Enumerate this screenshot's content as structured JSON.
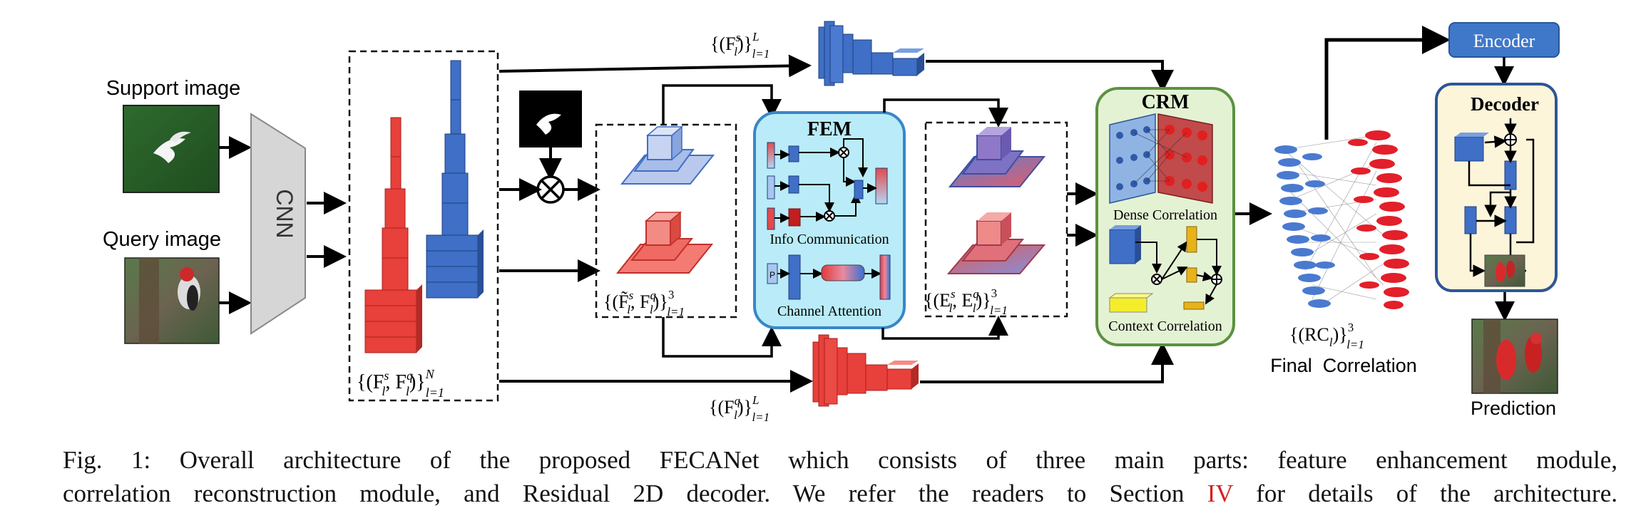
{
  "labels": {
    "support_image": "Support image",
    "query_image": "Query image",
    "cnn": "CNN",
    "fem": "FEM",
    "info_communication": "Info Communication",
    "channel_attention": "Channel Attention",
    "crm": "CRM",
    "dense_correlation": "Dense Correlation",
    "context_correlation": "Context Correlation",
    "encoder": "Encoder",
    "decoder": "Decoder",
    "final_correlation": "Final  Correlation",
    "prediction": "Prediction",
    "p_block": "P"
  },
  "math": {
    "features_all": "{(F",
    "features_all_sup": "s",
    "features_all_sub": "l",
    "features_all_mid": ", F",
    "features_all_sup2": "q",
    "features_all_sub2": "l",
    "features_all_end": ")}",
    "features_all_range_top": "N",
    "features_all_range_bot": "l=1",
    "support_feats": "{(F",
    "support_feats_sup": "s",
    "support_feats_sub": "l",
    "support_feats_end": ")}",
    "support_feats_top": "L",
    "support_feats_bot": "l=1",
    "query_feats": "{(F",
    "query_feats_sup": "q",
    "query_feats_sub": "l",
    "query_feats_end": ")}",
    "query_feats_top": "L",
    "query_feats_bot": "l=1",
    "masked_feats": "{(F̃",
    "masked_feats_sup": "s",
    "masked_feats_sub": "l",
    "masked_feats_mid": ", F",
    "masked_feats_sup2": "q",
    "masked_feats_sub2": "l",
    "masked_feats_end": ")}",
    "masked_feats_top": "3",
    "masked_feats_bot": "l=1",
    "enhanced_feats": "{(E",
    "enhanced_feats_sup": "s",
    "enhanced_feats_sub": "l",
    "enhanced_feats_mid": ", E",
    "enhanced_feats_sup2": "q",
    "enhanced_feats_sub2": "l",
    "enhanced_feats_end": ")}",
    "enhanced_feats_top": "3",
    "enhanced_feats_bot": "l=1",
    "rc": "{(RC",
    "rc_sub": "l",
    "rc_end": ")}",
    "rc_top": "3",
    "rc_bot": "l=1"
  },
  "caption": {
    "line1": "Fig. 1: Overall architecture of the proposed FECANet which consists of three main parts: feature enhancement module,",
    "line2_before": "correlation reconstruction module, and Residual 2D decoder. We refer the readers to Section ",
    "line2_ref": "IV",
    "line2_after": " for details of the architecture."
  },
  "colors": {
    "support_blue": "#3f6fc6",
    "query_red": "#e8403a",
    "fem_bg": "#b9ecf8",
    "fem_border": "#3a86c8",
    "crm_bg": "#e4f2d4",
    "crm_border": "#5c9140",
    "decoder_bg": "#fdf5da",
    "decoder_border": "#2f5597",
    "encoder_bg": "#3f78c8",
    "cnn_gray": "#d6d6d6"
  }
}
